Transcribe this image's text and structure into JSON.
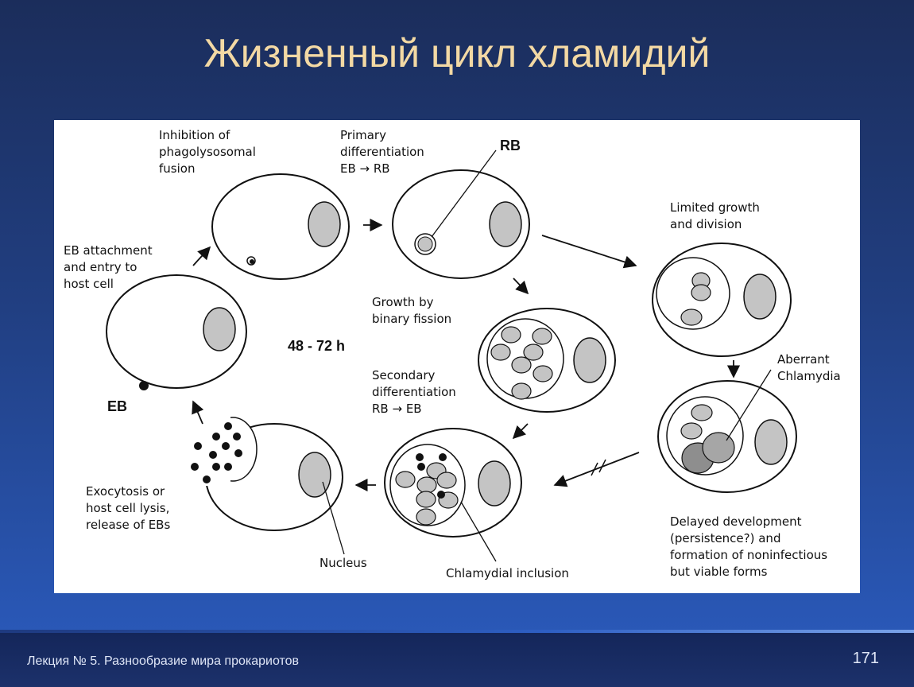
{
  "slide": {
    "title": "Жизненный цикл хламидий",
    "footer": "Лекция № 5. Разнообразие мира прокариотов",
    "page_number": "171"
  },
  "diagram": {
    "center_label": "48 - 72 h",
    "inhibition": [
      "Inhibition of",
      "phagolysosomal",
      "fusion"
    ],
    "primary": [
      "Primary",
      "differentiation",
      "EB → RB"
    ],
    "rb": "RB",
    "eb": "EB",
    "attachment": [
      "EB attachment",
      "and entry to",
      "host cell"
    ],
    "growth": [
      "Growth by",
      "binary fission"
    ],
    "secondary": [
      "Secondary",
      "differentiation",
      "RB → EB"
    ],
    "limited": [
      "Limited growth",
      "and division"
    ],
    "aberrant": [
      "Aberrant",
      "Chlamydia"
    ],
    "exocytosis": [
      "Exocytosis or",
      "host cell lysis,",
      "release of EBs"
    ],
    "nucleus": "Nucleus",
    "inclusion": "Chlamydial inclusion",
    "delayed": [
      "Delayed development",
      "(persistence?) and",
      "formation of noninfectious",
      "but viable forms"
    ]
  }
}
